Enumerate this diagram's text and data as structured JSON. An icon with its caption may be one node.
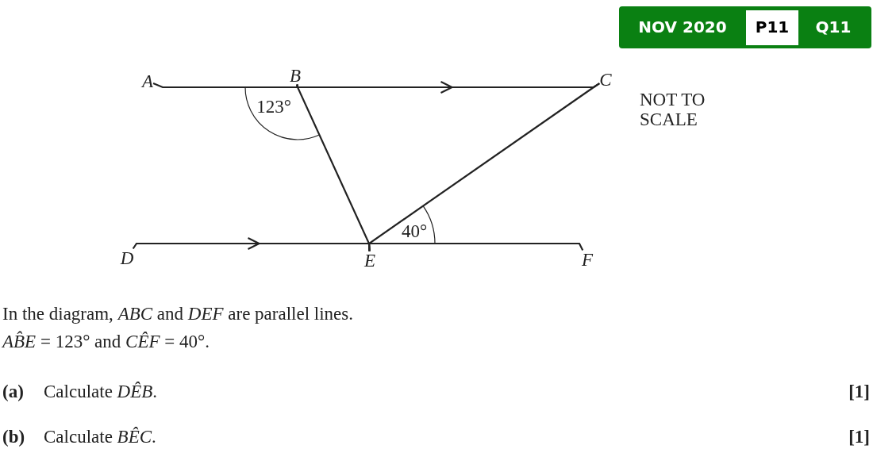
{
  "diagram": {
    "nodes": [
      {
        "text": [
          "A"
        ]
      },
      {
        "text": [
          "B"
        ]
      },
      {
        "text": [
          "C"
        ]
      },
      {
        "text": [
          "D"
        ]
      },
      {
        "text": [
          "E"
        ]
      },
      {
        "text": [
          "F"
        ]
      }
    ],
    "edges": [
      {
        "from": 0,
        "to": 1,
        "arrow": "none"
      },
      {
        "from": 1,
        "to": 2,
        "arrow": "to"
      },
      {
        "from": 1,
        "to": 4,
        "arrow": "none"
      },
      {
        "from": 4,
        "to": 2,
        "arrow": "none"
      },
      {
        "from": 3,
        "to": 4,
        "arrow": "to"
      },
      {
        "from": 4,
        "to": 5,
        "arrow": "none"
      }
    ],
    "labels": [
      "NOV 2020",
      "P11",
      "Q11",
      "123°",
      "NOT TO SCALE",
      "40°",
      "In the diagram, *ABC* and *DEF* are parallel lines.",
      "*AB̂E* = 123° and *CÊF* = 40°.",
      "(a)",
      "Calculate *DÊB*.",
      "[1]",
      "(b)",
      "Calculate *BÊC*.",
      "[1]"
    ]
  }
}
